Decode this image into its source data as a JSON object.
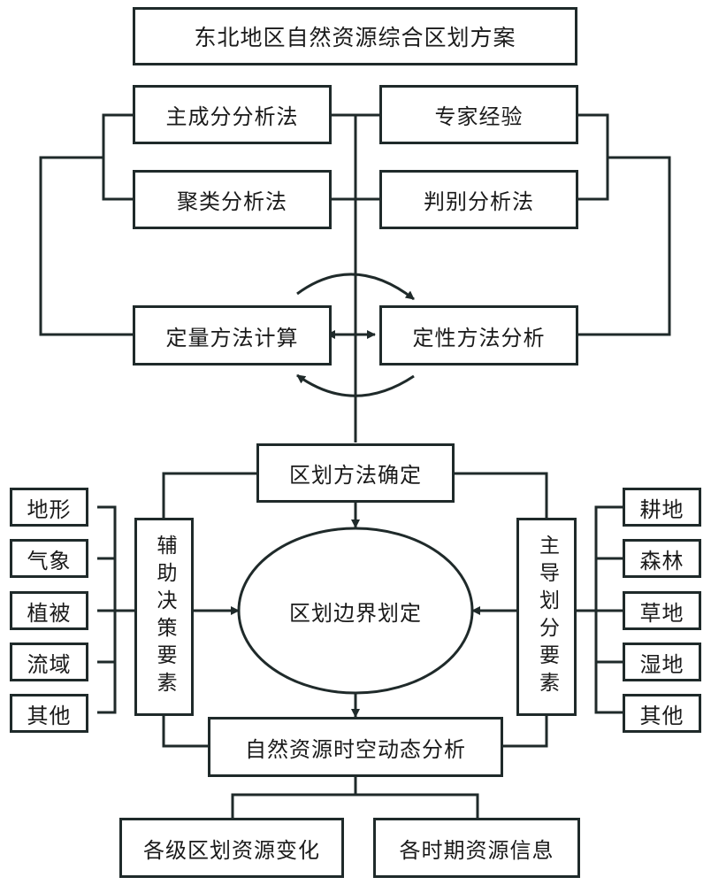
{
  "title": "东北地区自然资源综合区划方案",
  "quantitative_methods": [
    "主成分分析法",
    "聚类分析法"
  ],
  "qualitative_methods": [
    "专家经验",
    "判别分析法"
  ],
  "quantitative_calc": "定量方法计算",
  "qualitative_analysis": "定性方法分析",
  "method_determination": "区划方法确定",
  "boundary_delineation": "区划边界划定",
  "auxiliary_factors": {
    "label": "辅助决策要素",
    "items": [
      "地形",
      "气象",
      "植被",
      "流域",
      "其他"
    ]
  },
  "leading_factors": {
    "label": "主导划分要素",
    "items": [
      "耕地",
      "森林",
      "草地",
      "湿地",
      "其他"
    ]
  },
  "spatiotemporal_analysis": "自然资源时空动态分析",
  "outputs": [
    "各级区划资源变化",
    "各时期资源信息"
  ],
  "colors": {
    "line": "#1f2a2a",
    "background": "#ffffff"
  }
}
